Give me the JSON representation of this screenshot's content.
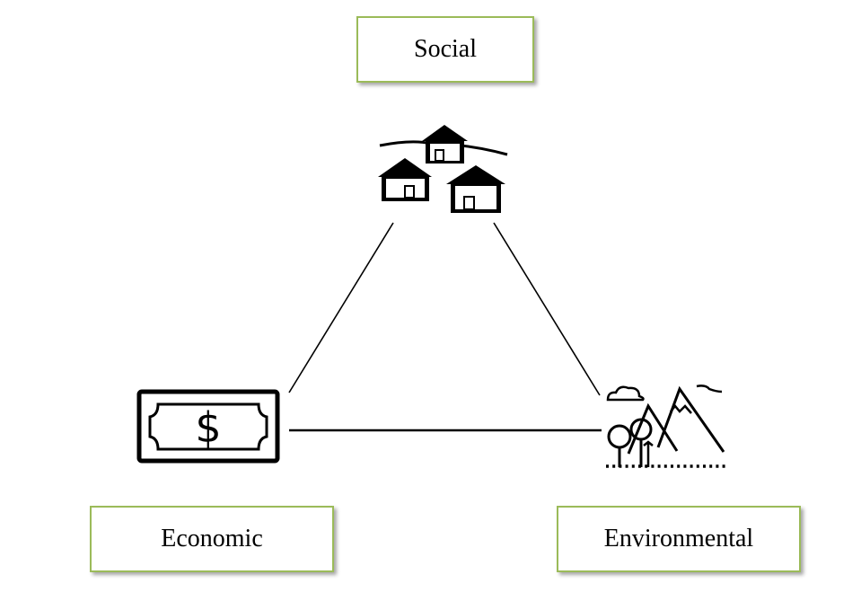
{
  "labels": {
    "social": "Social",
    "economic": "Economic",
    "environmental": "Environmental"
  },
  "icons": {
    "social": "village-huts-icon",
    "economic": "dollar-banknote-icon",
    "environmental": "mountains-trees-icon"
  },
  "colors": {
    "box_border": "#9bbb59",
    "line": "#000000"
  }
}
